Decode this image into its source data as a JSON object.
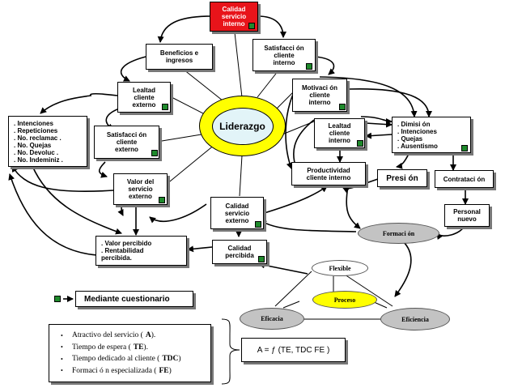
{
  "nodes": {
    "calidad_servicio_interno": "Calidad\nservicio\ninterno",
    "beneficios_ingresos": "Beneficios e\ningresos",
    "satisfaccion_cliente_interno": "Satisfacci ón\ncliente\ninterno",
    "lealtad_cliente_externo": "Lealtad\ncliente\nexterno",
    "motivacion_cliente_interno": "Motivaci ón\ncliente\ninterno",
    "indicadores_externos": ". Intenciones\n. Repeticiones\n. No.   reclamac .\n. No. Quejas\n. No.   Devoluc .\n. No.   Indeminiz .",
    "satisfaccion_cliente_externo": "Satisfacci ón\ncliente\nexterno",
    "lealtad_cliente_interno": "Lealtad\ncliente\ninterno",
    "indicadores_internos": ". Dimisi ón\n. Intenciones\n. Quejas\n.  Ausentismo",
    "productividad_cliente_interno": "Productividad\ncliente interno",
    "presion": "Presi ón",
    "contratacion": "Contrataci ón",
    "valor_servicio_externo": "Valor del\nservicio\nexterno",
    "calidad_servicio_externo": "Calidad\nservicio\nexterno",
    "personal_nuevo": "Personal\nnuevo",
    "valor_percibido": ". Valor percibido\n. Rentabilidad\n  percibida.",
    "calidad_percibida": "Calidad\npercibida"
  },
  "ellipses": {
    "liderazgo": "Liderazgo",
    "formacion": "Formaci ón",
    "flexible": "Flexible",
    "proceso": "Proceso",
    "eficacia": "Eficacia",
    "eficiencia": "Eficiencia"
  },
  "legend": {
    "text": "Mediante cuestionario",
    "marker_color": "#1f8a2c"
  },
  "factors": [
    {
      "bullet": "•",
      "text": "Atractivo del servicio (",
      "symbol": "A",
      "suffix": ")."
    },
    {
      "bullet": "•",
      "text": "Tiempo de espera (",
      "symbol": "TE",
      "suffix": ")."
    },
    {
      "bullet": "•",
      "text": "Tiempo dedicado al cliente (",
      "symbol": "TDC",
      "suffix": ")"
    },
    {
      "bullet": "•",
      "text": "Formaci ó n especializada (",
      "symbol": "FE",
      "suffix": ")"
    }
  ],
  "formula": "A = ƒ (TE, TDC FE )",
  "colors": {
    "accent_red": "#e8141a",
    "highlight_yellow": "#ffff00",
    "marker_green": "#1f8a2c",
    "gray_ellipse": "#c3c3c3"
  }
}
